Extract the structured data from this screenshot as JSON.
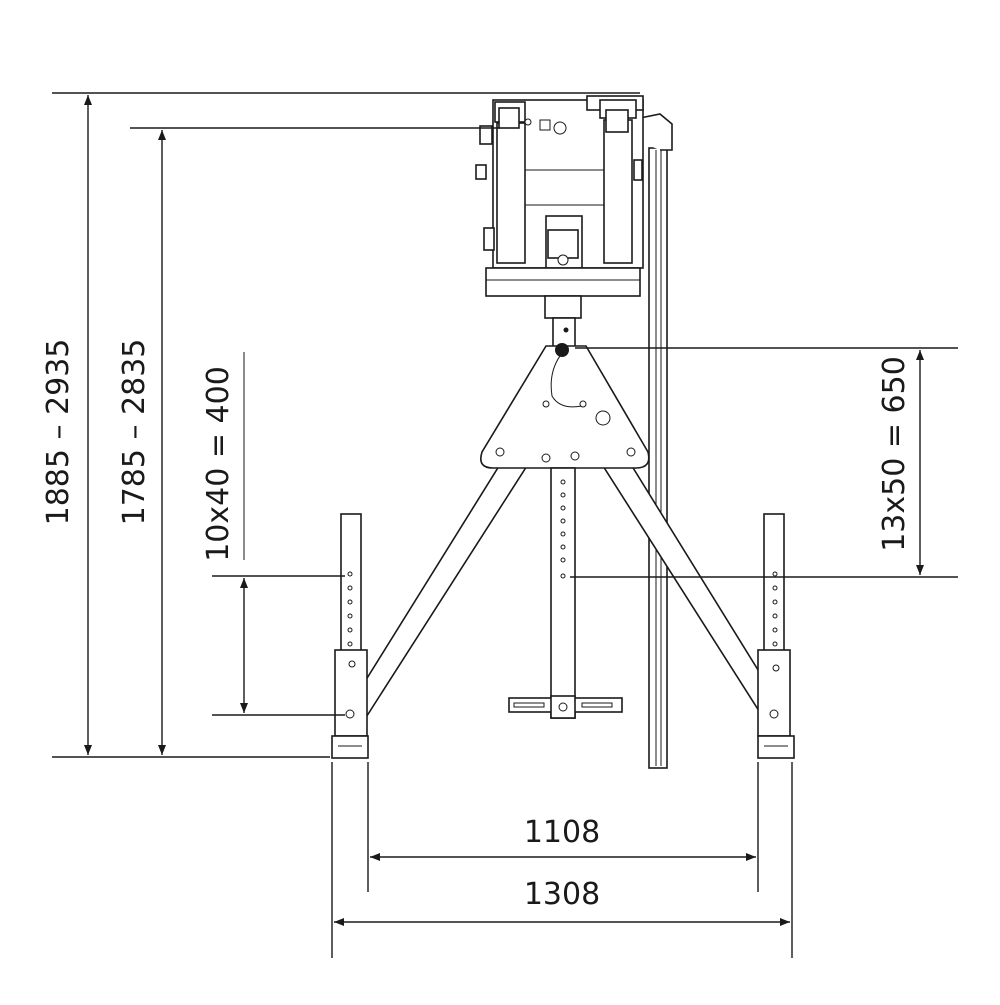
{
  "dimensions": {
    "overall_height": "1885 – 2935",
    "head_height": "1785 – 2835",
    "leg_adjust": "10x40 = 400",
    "column_adjust": "13x50 = 650",
    "inner_width": "1108",
    "outer_width": "1308"
  }
}
